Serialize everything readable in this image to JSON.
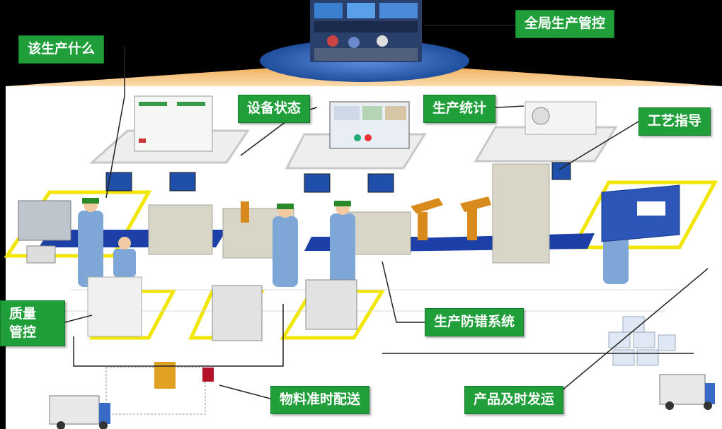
{
  "labels": {
    "global_control": "全局生产管控",
    "what_to_produce": "该生产什么",
    "equipment_status": "设备状态",
    "production_stats": "生产统计",
    "process_guidance": "工艺指导",
    "quality_control_line1": "质量",
    "quality_control_line2": "管控",
    "error_proofing": "生产防错系统",
    "material_delivery": "物料准时配送",
    "product_shipping": "产品及时发运"
  },
  "colors": {
    "label_green": "#1f9e3a",
    "floor_yellow": "#f2e600",
    "conveyor_blue": "#1c3fa8",
    "worker_blue": "#7ea6d6",
    "robot_orange": "#d98a1c",
    "control_room_blue": "#2f63b7"
  }
}
